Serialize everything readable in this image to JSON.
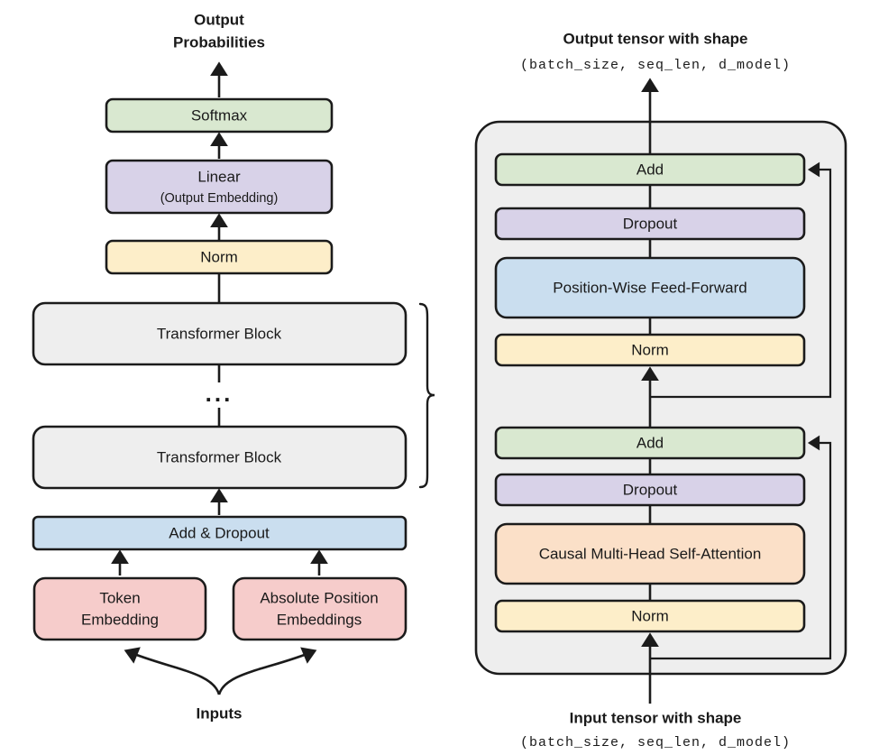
{
  "colors": {
    "green": "#d9e8d0",
    "purple": "#d8d2e8",
    "blue": "#cadeef",
    "orange": "#fbe0c8",
    "yellow": "#fdeec9",
    "pink": "#f6cccb",
    "grey": "#eeeeee",
    "panel": "#eeeeee",
    "stroke": "#1b1b1b",
    "text": "#1a1a1a",
    "background": "#ffffff"
  },
  "left_diagram": {
    "top_caption_line1": "Output",
    "top_caption_line2": "Probabilities",
    "bottom_caption": "Inputs",
    "ellipsis": "...",
    "blocks": [
      {
        "id": "softmax",
        "label": "Softmax",
        "sublabel": "",
        "color": "green"
      },
      {
        "id": "linear",
        "label": "Linear",
        "sublabel": "(Output Embedding)",
        "color": "purple"
      },
      {
        "id": "norm",
        "label": "Norm",
        "sublabel": "",
        "color": "yellow"
      },
      {
        "id": "tblock-n",
        "label": "Transformer Block",
        "sublabel": "",
        "color": "grey"
      },
      {
        "id": "tblock-1",
        "label": "Transformer Block",
        "sublabel": "",
        "color": "grey"
      },
      {
        "id": "adddrop",
        "label": "Add & Dropout",
        "sublabel": "",
        "color": "blue"
      },
      {
        "id": "token-emb",
        "label": "Token",
        "sublabel": "Embedding",
        "color": "pink"
      },
      {
        "id": "pos-emb",
        "label": "Absolute Position",
        "sublabel": "Embeddings",
        "color": "pink"
      }
    ]
  },
  "right_diagram": {
    "top_caption": "Output tensor with shape",
    "top_shape": "(batch_size, seq_len, d_model)",
    "bottom_caption": "Input tensor with shape",
    "bottom_shape": "(batch_size, seq_len, d_model)",
    "blocks": [
      {
        "id": "add-2",
        "label": "Add",
        "color": "green"
      },
      {
        "id": "dropout-2",
        "label": "Dropout",
        "color": "purple"
      },
      {
        "id": "ffn",
        "label": "Position-Wise Feed-Forward",
        "color": "blue"
      },
      {
        "id": "norm-2",
        "label": "Norm",
        "color": "yellow"
      },
      {
        "id": "add-1",
        "label": "Add",
        "color": "green"
      },
      {
        "id": "dropout-1",
        "label": "Dropout",
        "color": "purple"
      },
      {
        "id": "attention",
        "label": "Causal Multi-Head Self-Attention",
        "color": "orange"
      },
      {
        "id": "norm-1",
        "label": "Norm",
        "color": "yellow"
      }
    ]
  }
}
